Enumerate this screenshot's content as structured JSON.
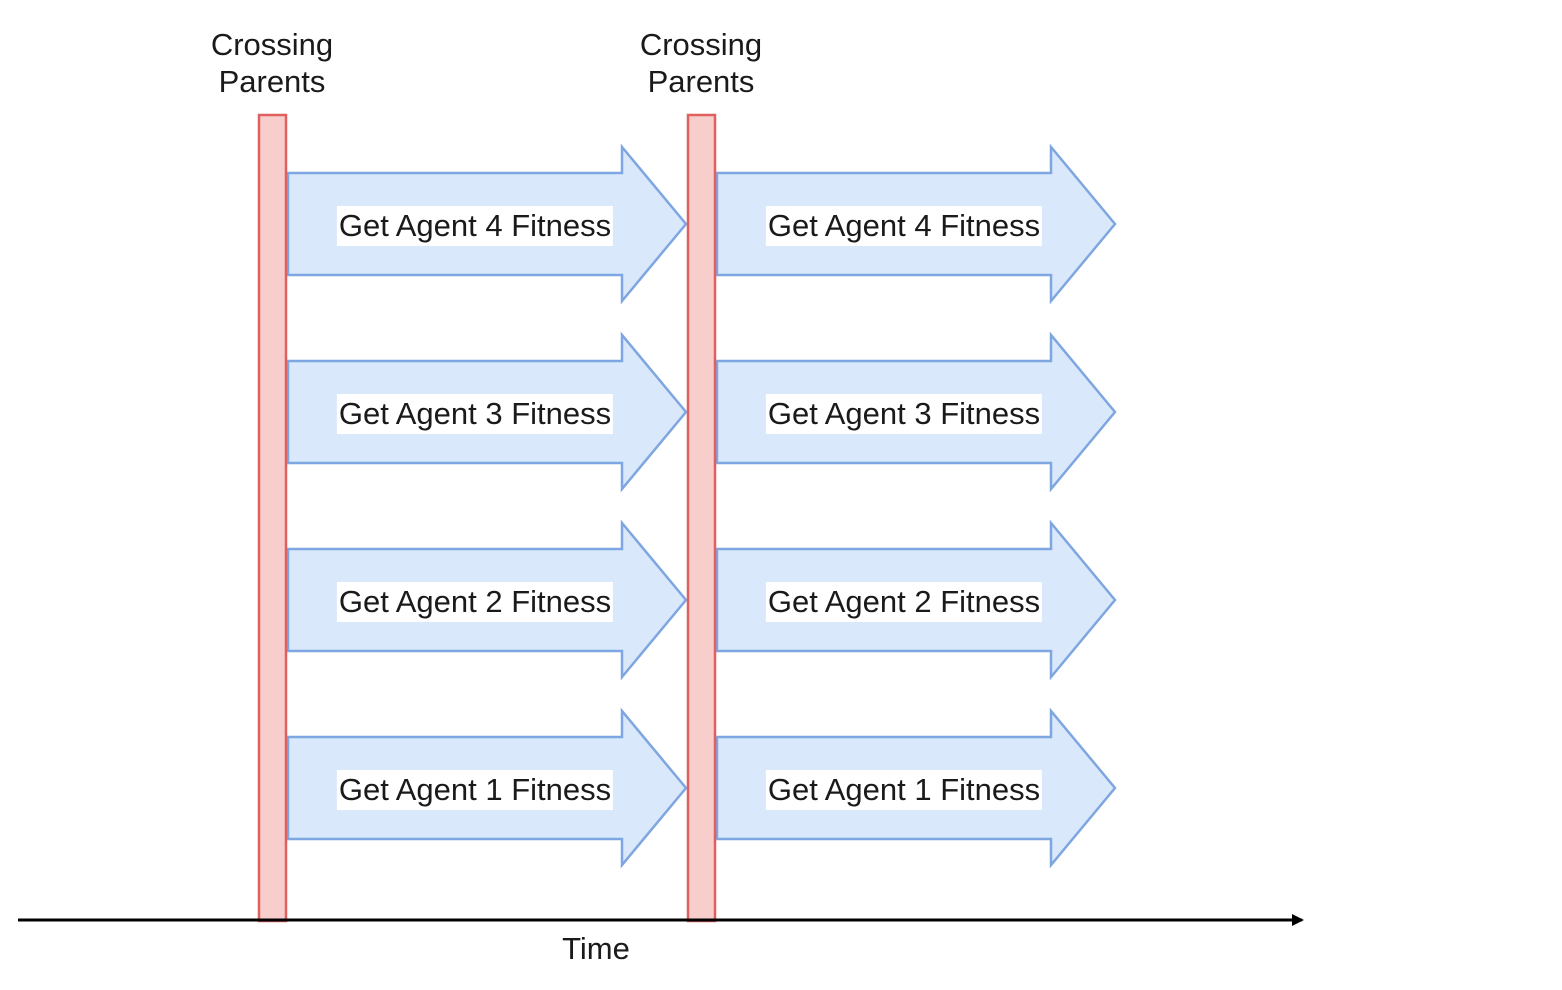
{
  "diagram": {
    "colors": {
      "bar_fill": "#f8cecc",
      "bar_stroke": "#e0605f",
      "arrow_fill": "#dae8fc",
      "arrow_stroke": "#7ea6e0",
      "axis": "#000000"
    },
    "phases": [
      {
        "bar_label_line1": "Crossing",
        "bar_label_line2": "Parents",
        "arrows": [
          {
            "label": "Get Agent 4 Fitness"
          },
          {
            "label": "Get Agent 3 Fitness"
          },
          {
            "label": "Get Agent 2 Fitness"
          },
          {
            "label": "Get Agent 1 Fitness"
          }
        ]
      },
      {
        "bar_label_line1": "Crossing",
        "bar_label_line2": "Parents",
        "arrows": [
          {
            "label": "Get Agent 4 Fitness"
          },
          {
            "label": "Get Agent 3 Fitness"
          },
          {
            "label": "Get Agent 2 Fitness"
          },
          {
            "label": "Get Agent 1 Fitness"
          }
        ]
      }
    ],
    "axis_label": "Time"
  }
}
